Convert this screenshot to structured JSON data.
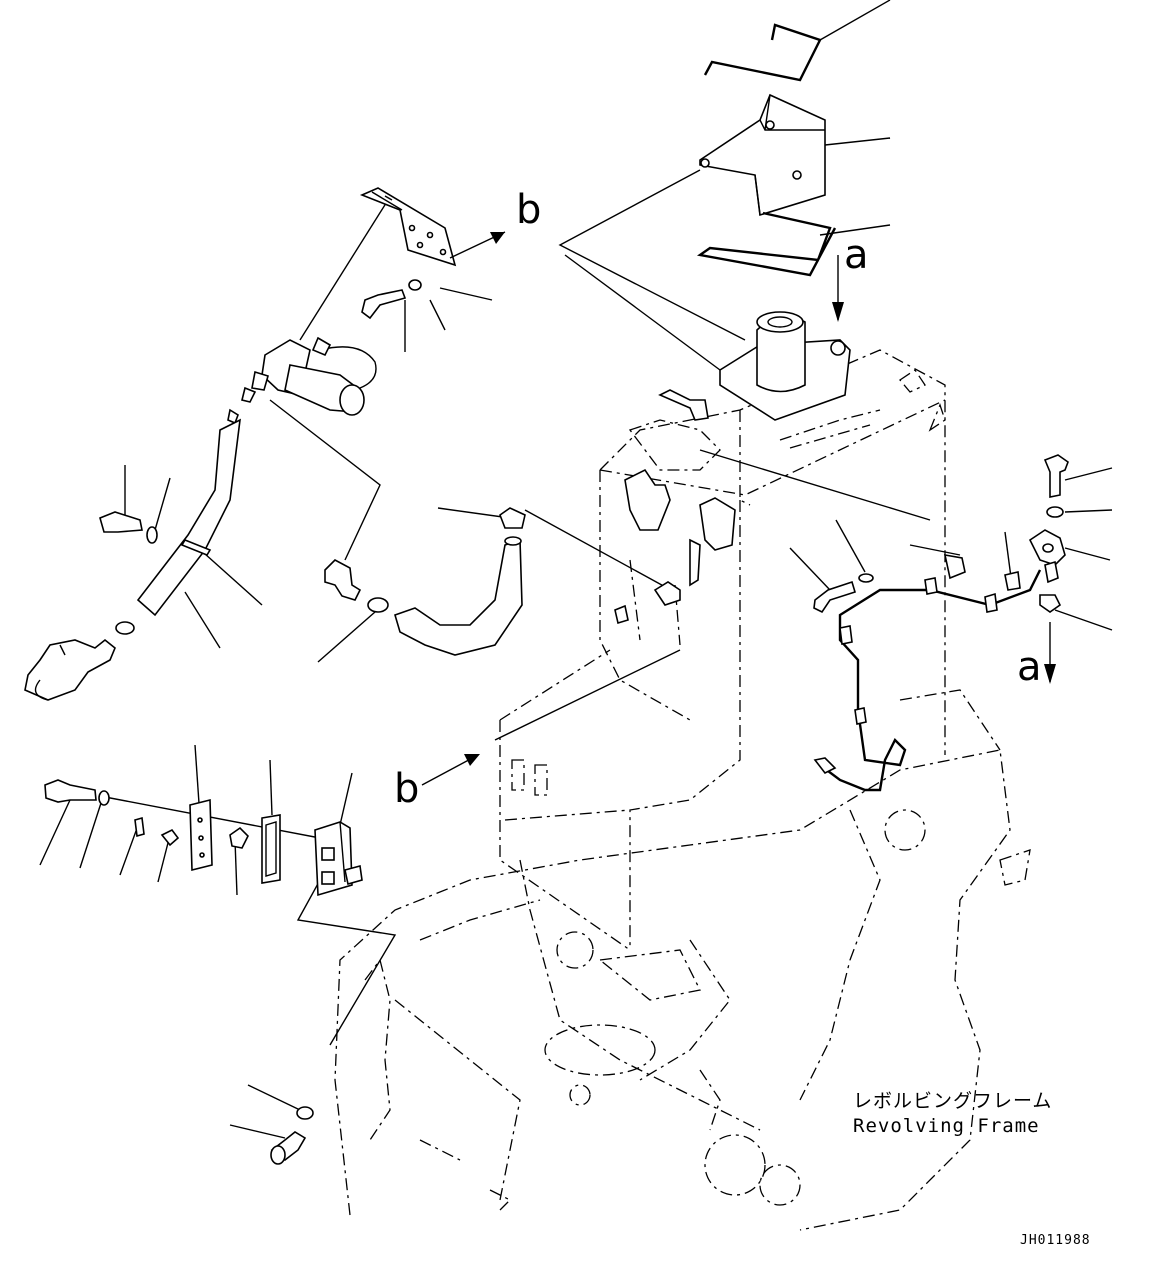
{
  "figure": {
    "callouts": {
      "a_top": "a",
      "a_bottom": "a",
      "b_top": "b",
      "b_bottom": "b"
    },
    "frame_label_jp": "レボルビングフレーム",
    "frame_label_en": "Revolving Frame",
    "drawing_code": "JH011988"
  }
}
